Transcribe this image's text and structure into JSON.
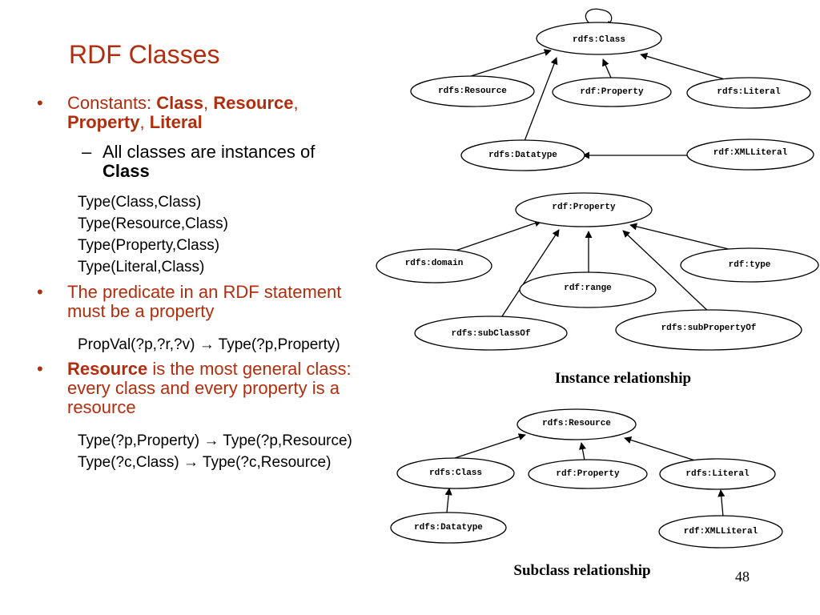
{
  "slide": {
    "title": "RDF Classes",
    "page_number": "48"
  },
  "bullets": {
    "b1": {
      "prefix": "Constants: ",
      "class": "Class",
      "sep1": ", ",
      "resource": "Resource",
      "sep2": ",",
      "property": "Property",
      "sep3": ", ",
      "literal": "Literal"
    },
    "b1_sub": {
      "line1": "All classes are instances of",
      "line2": "Class"
    },
    "type_lines": [
      "Type(Class,Class)",
      "Type(Resource,Class)",
      "Type(Property,Class)",
      "Type(Literal,Class)"
    ],
    "b2": {
      "line1": "The predicate in an RDF statement",
      "line2": "must be a property"
    },
    "propval_rule": "PropVal(?p,?r,?v) → Type(?p,Property)",
    "b3": {
      "lead": "Resource",
      "rest1": " is the most general class:",
      "line2": "every class and every property is a",
      "line3": "resource"
    },
    "rules": [
      "Type(?p,Property) → Type(?p,Resource)",
      "Type(?c,Class) → Type(?c,Resource)"
    ]
  },
  "diagrams": {
    "class_graph": {
      "nodes": {
        "class": "rdfs:Class",
        "resource": "rdfs:Resource",
        "property": "rdf:Property",
        "literal": "rdfs:Literal",
        "datatype": "rdfs:Datatype",
        "xmlliteral": "rdf:XMLLiteral"
      }
    },
    "instance_graph": {
      "caption": "Instance relationship",
      "nodes": {
        "property": "rdf:Property",
        "domain": "rdfs:domain",
        "range": "rdf:range",
        "type": "rdf:type",
        "subclassof": "rdfs:subClassOf",
        "subpropertyof": "rdfs:subPropertyOf"
      }
    },
    "subclass_graph": {
      "caption": "Subclass relationship",
      "nodes": {
        "resource": "rdfs:Resource",
        "class": "rdfs:Class",
        "property": "rdf:Property",
        "literal": "rdfs:Literal",
        "datatype": "rdfs:Datatype",
        "xmlliteral": "rdf:XMLLiteral"
      }
    }
  },
  "colors": {
    "accent": "#b22d0d",
    "text": "#000000"
  }
}
